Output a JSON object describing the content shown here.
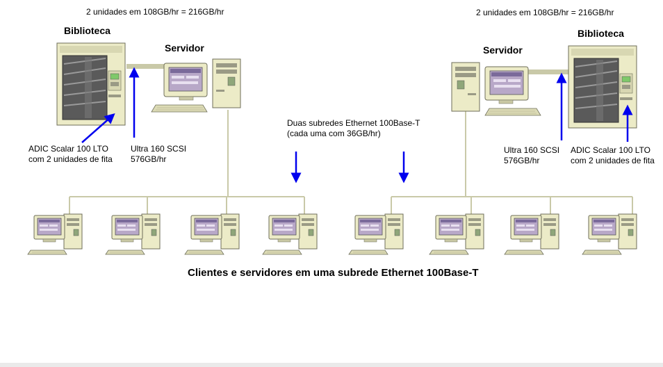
{
  "left_site": {
    "throughput": "2 unidades em 108GB/hr = 216GB/hr",
    "library_title": "Biblioteca",
    "server_title": "Servidor",
    "library_desc_line1": "ADIC Scalar 100 LTO",
    "library_desc_line2": "com 2 unidades de fita",
    "scsi_line1": "Ultra 160 SCSI",
    "scsi_line2": "576GB/hr"
  },
  "right_site": {
    "throughput": "2 unidades em 108GB/hr = 216GB/hr",
    "library_title": "Biblioteca",
    "server_title": "Servidor",
    "library_desc_line1": "ADIC Scalar 100 LTO",
    "library_desc_line2": "com 2 unidades de fita",
    "scsi_line1": "Ultra 160 SCSI",
    "scsi_line2": "576GB/hr"
  },
  "subnets": {
    "line1": "Duas subredes Ethernet 100Base-T",
    "line2": "(cada uma com 36GB/hr)"
  },
  "caption": "Clientes e servidores em uma subrede Ethernet 100Base-T",
  "colors": {
    "arrow": "#0000ee",
    "cable": "#c9c9a8",
    "beige": "#ecebc7",
    "screen": "#b8a8c8"
  }
}
